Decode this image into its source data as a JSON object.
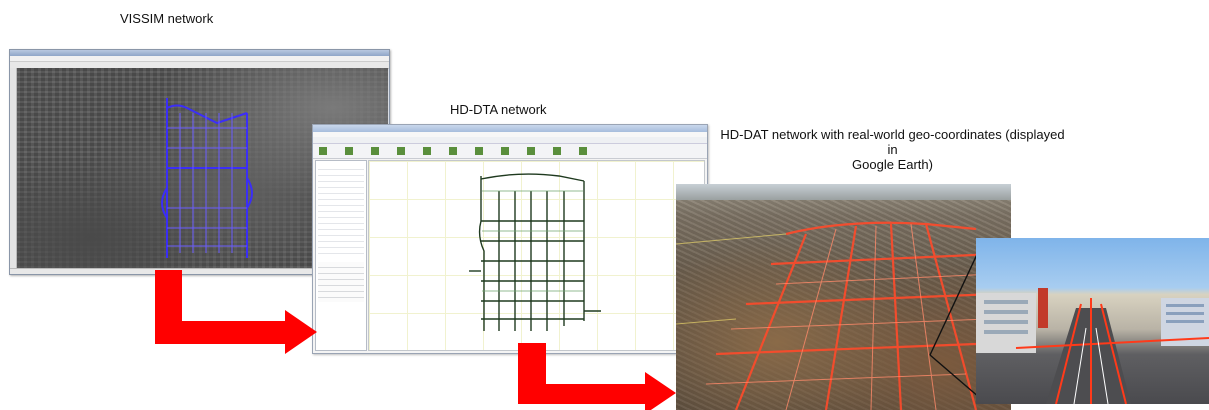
{
  "captions": {
    "vissim": "VISSIM network",
    "hddta": "HD-DTA network",
    "hddat_line1": "HD-DAT network with real-world geo-coordinates (displayed in",
    "hddat_line2": "Google Earth)"
  },
  "colors": {
    "arrow": "#ff0000",
    "vissim_links": "#3a2cff",
    "hddta_links": "#1f3a1f",
    "earth_links": "#ff4a2a"
  }
}
